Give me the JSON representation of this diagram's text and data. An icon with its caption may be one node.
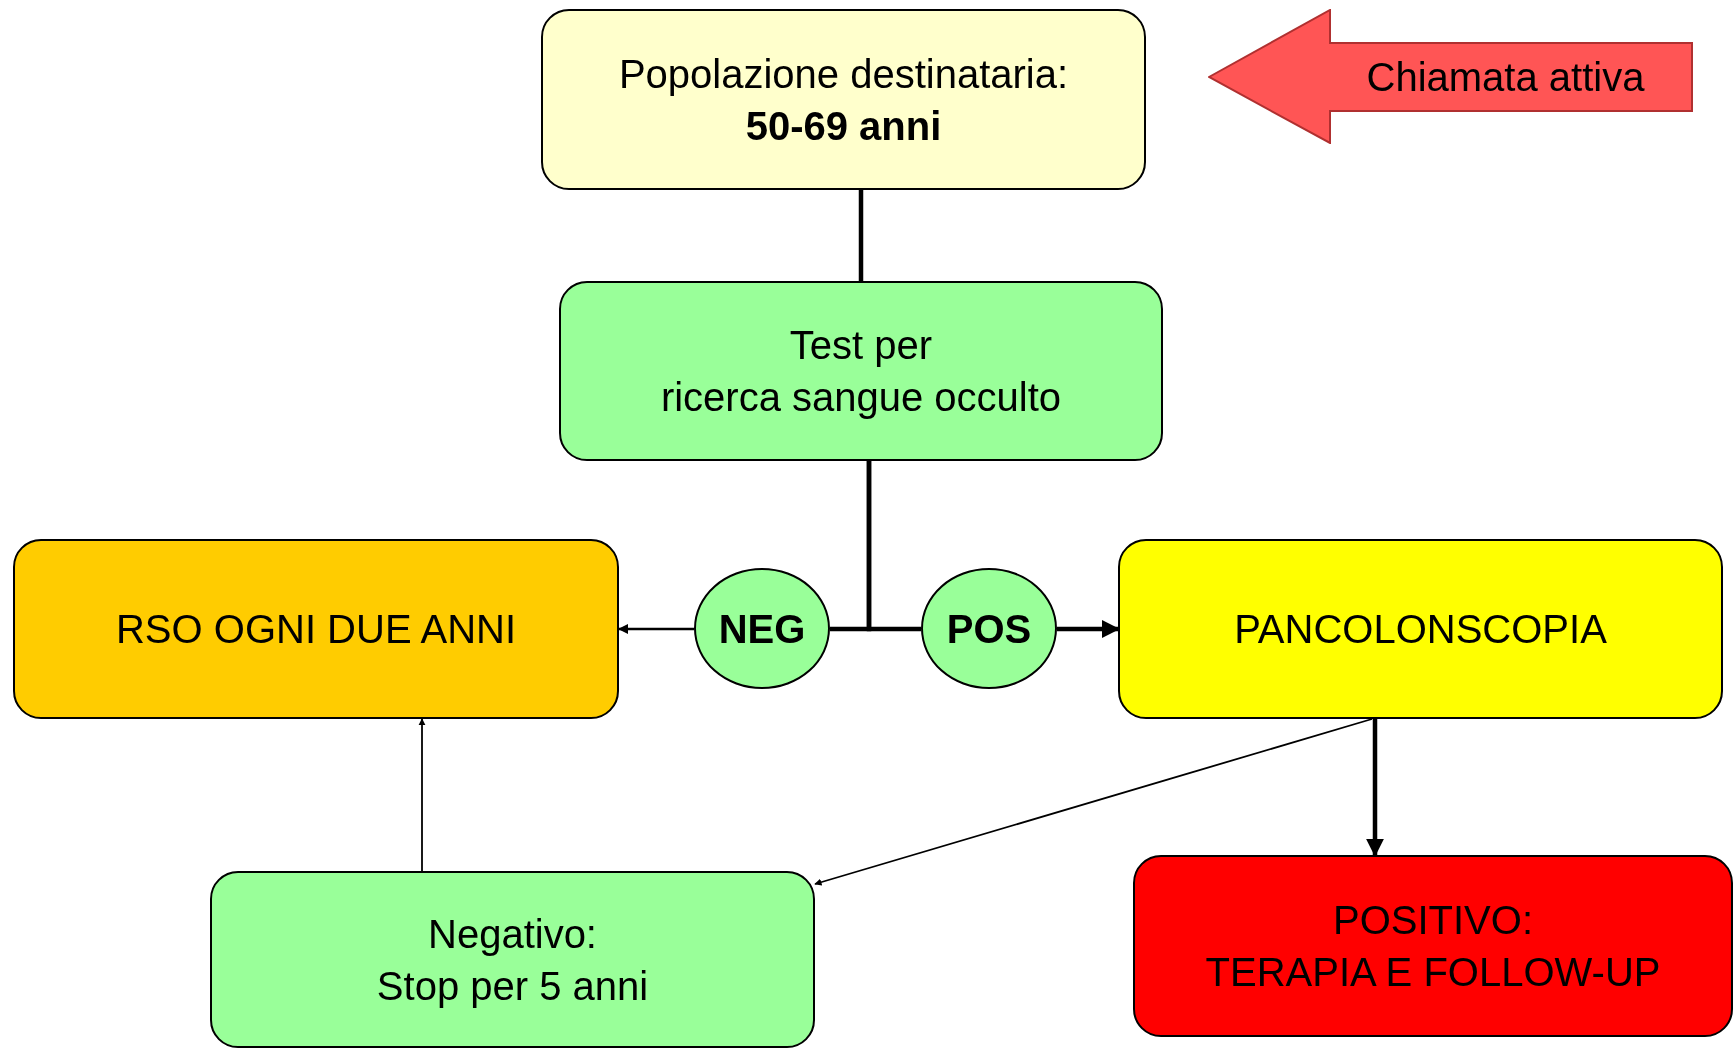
{
  "diagram": {
    "nodes": [
      {
        "text": [
          "Popolazione destinataria:",
          "50-69 anni"
        ]
      },
      {
        "text": [
          "Chiamata attiva"
        ]
      },
      {
        "text": [
          "Test per",
          "ricerca sangue occulto"
        ]
      },
      {
        "text": [
          "RSO OGNI DUE ANNI"
        ]
      },
      {
        "text": [
          "NEG"
        ]
      },
      {
        "text": [
          "POS"
        ]
      },
      {
        "text": [
          "PANCOLONSCOPIA"
        ]
      },
      {
        "text": [
          "Negativo:",
          "Stop per 5 anni"
        ]
      },
      {
        "text": [
          "POSITIVO:",
          "TERAPIA E FOLLOW-UP"
        ]
      }
    ],
    "edges": [
      {
        "from": 0,
        "to": 2,
        "arrow": "none"
      },
      {
        "from": 2,
        "to": 4,
        "arrow": "none"
      },
      {
        "from": 2,
        "to": 5,
        "arrow": "none"
      },
      {
        "from": 4,
        "to": 3,
        "arrow": "to"
      },
      {
        "from": 5,
        "to": 6,
        "arrow": "to"
      },
      {
        "from": 6,
        "to": 7,
        "arrow": "to"
      },
      {
        "from": 6,
        "to": 8,
        "arrow": "to"
      },
      {
        "from": 7,
        "to": 3,
        "arrow": "to"
      }
    ]
  }
}
